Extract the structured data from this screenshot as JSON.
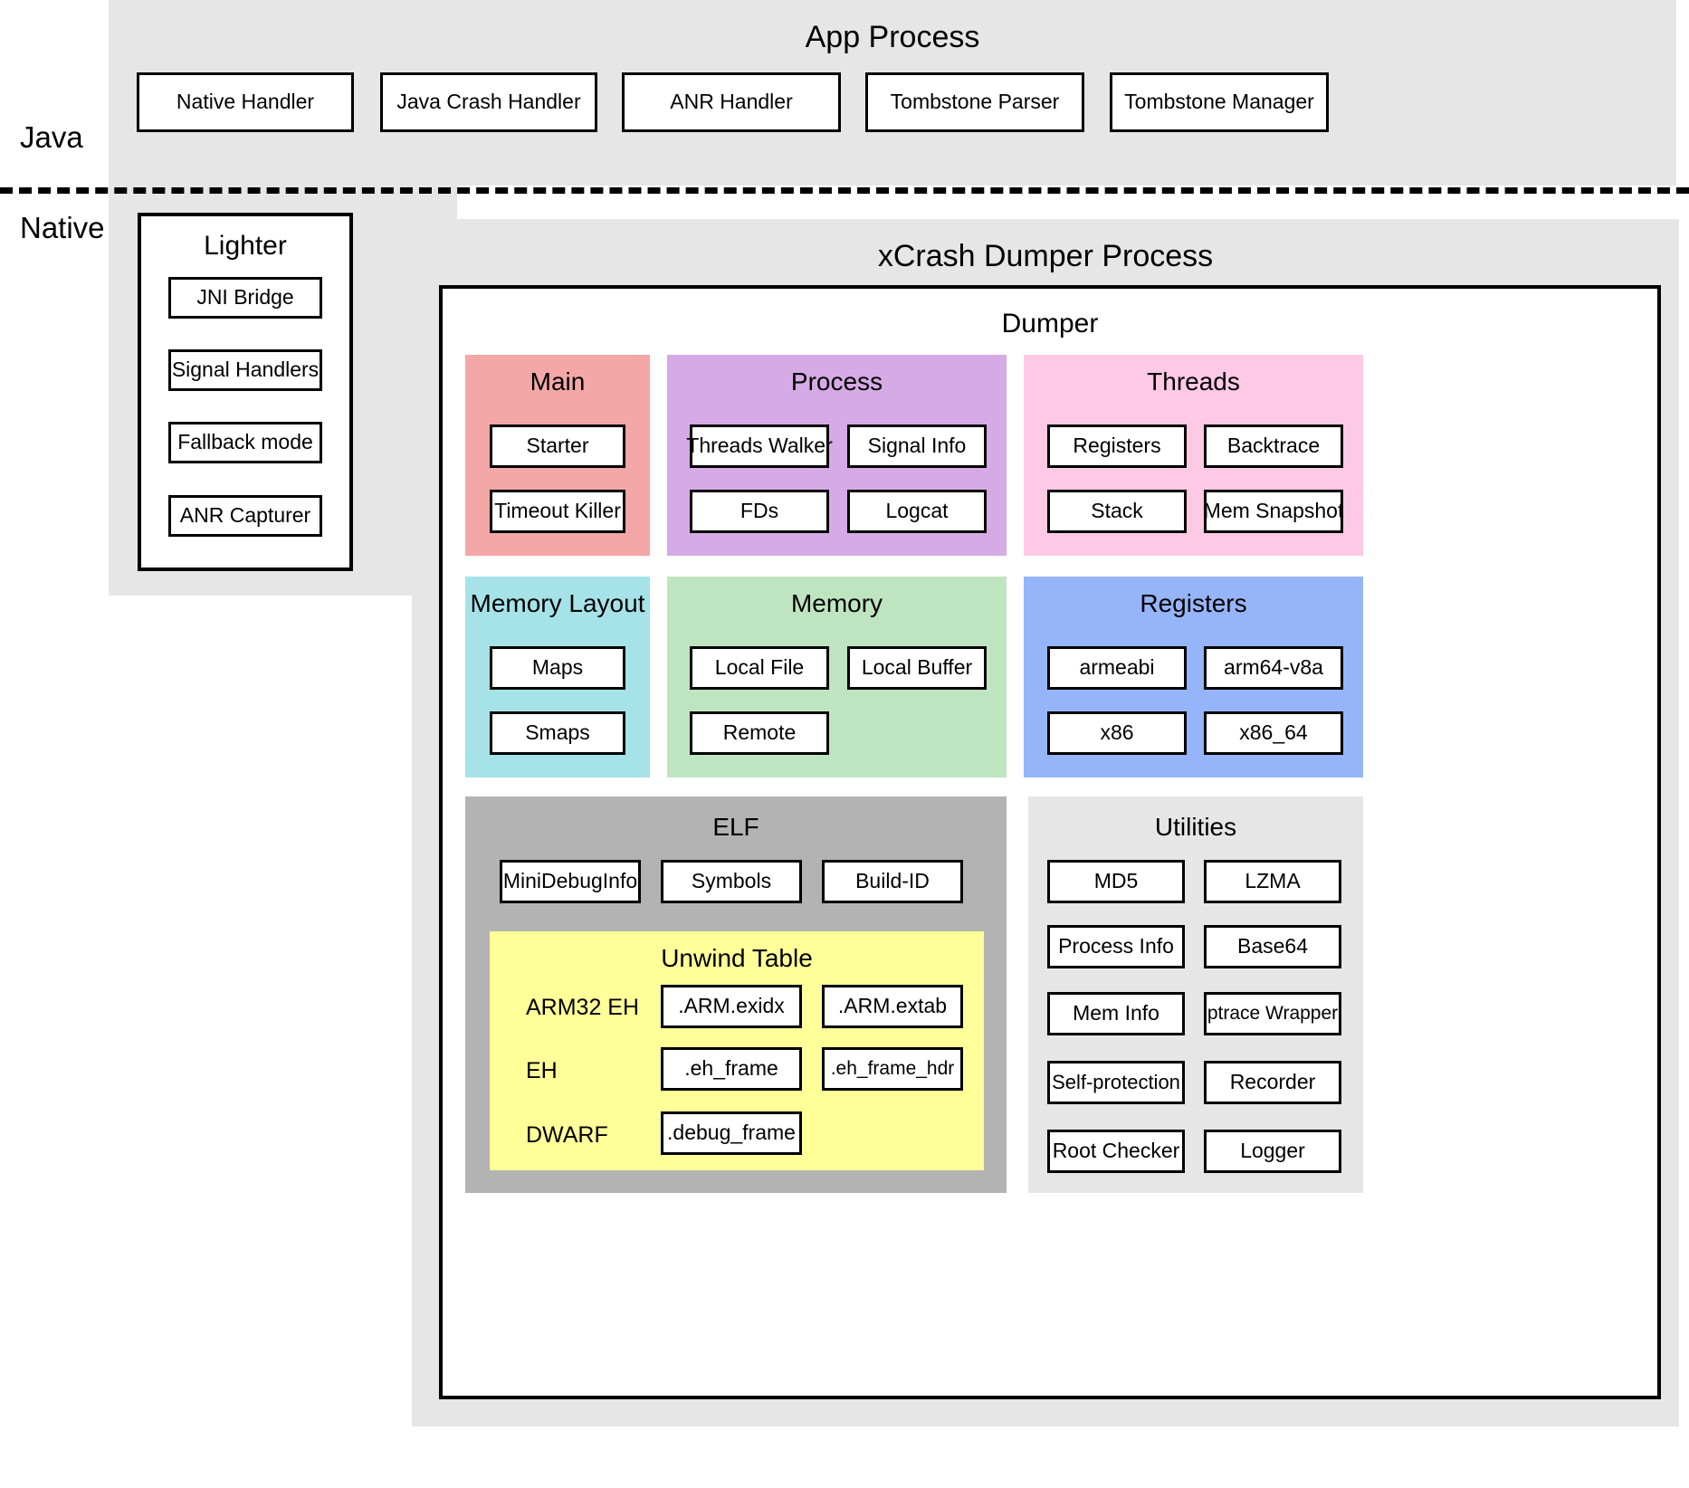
{
  "layers": {
    "java_label": "Java",
    "native_label": "Native"
  },
  "app_process": {
    "title": "App Process",
    "handlers": [
      {
        "label": "Native Handler"
      },
      {
        "label": "Java Crash Handler"
      },
      {
        "label": "ANR Handler"
      },
      {
        "label": "Tombstone Parser"
      },
      {
        "label": "Tombstone Manager"
      }
    ]
  },
  "lighter": {
    "title": "Lighter",
    "items": [
      {
        "label": "JNI Bridge"
      },
      {
        "label": "Signal Handlers"
      },
      {
        "label": "Fallback mode"
      },
      {
        "label": "ANR Capturer"
      }
    ]
  },
  "xcrash": {
    "title": "xCrash Dumper Process",
    "dumper_title": "Dumper",
    "groups": [
      {
        "name": "Main",
        "color": "#f4a7a7",
        "items": [
          "Starter",
          "Timeout Killer"
        ]
      },
      {
        "name": "Process",
        "color": "#d6aae4",
        "items": [
          "Threads Walker",
          "Signal Info",
          "FDs",
          "Logcat"
        ]
      },
      {
        "name": "Threads",
        "color": "#fdc9e5",
        "items": [
          "Registers",
          "Backtrace",
          "Stack",
          "Mem Snapshot"
        ]
      },
      {
        "name": "Memory Layout",
        "color": "#a5e3e8",
        "items": [
          "Maps",
          "Smaps"
        ]
      },
      {
        "name": "Memory",
        "color": "#bfe5c0",
        "items": [
          "Local File",
          "Local Buffer",
          "Remote"
        ]
      },
      {
        "name": "Registers",
        "color": "#96b4fa",
        "items": [
          "armeabi",
          "arm64-v8a",
          "x86",
          "x86_64"
        ]
      }
    ],
    "elf": {
      "title": "ELF",
      "color": "#b3b3b3",
      "items": [
        "MiniDebugInfo",
        "Symbols",
        "Build-ID"
      ],
      "unwind_table": {
        "title": "Unwind Table",
        "color": "#ffff99",
        "rows": [
          {
            "label": "ARM32 EH",
            "items": [
              ".ARM.exidx",
              ".ARM.extab"
            ]
          },
          {
            "label": "EH",
            "items": [
              ".eh_frame",
              ".eh_frame_hdr"
            ]
          },
          {
            "label": "DWARF",
            "items": [
              ".debug_frame"
            ]
          }
        ]
      }
    },
    "utilities": {
      "title": "Utilities",
      "color": "#e6e6e6",
      "items": [
        "MD5",
        "LZMA",
        "Process Info",
        "Base64",
        "Mem Info",
        "ptrace Wrapper",
        "Self-protection",
        "Recorder",
        "Root Checker",
        "Logger"
      ]
    }
  }
}
